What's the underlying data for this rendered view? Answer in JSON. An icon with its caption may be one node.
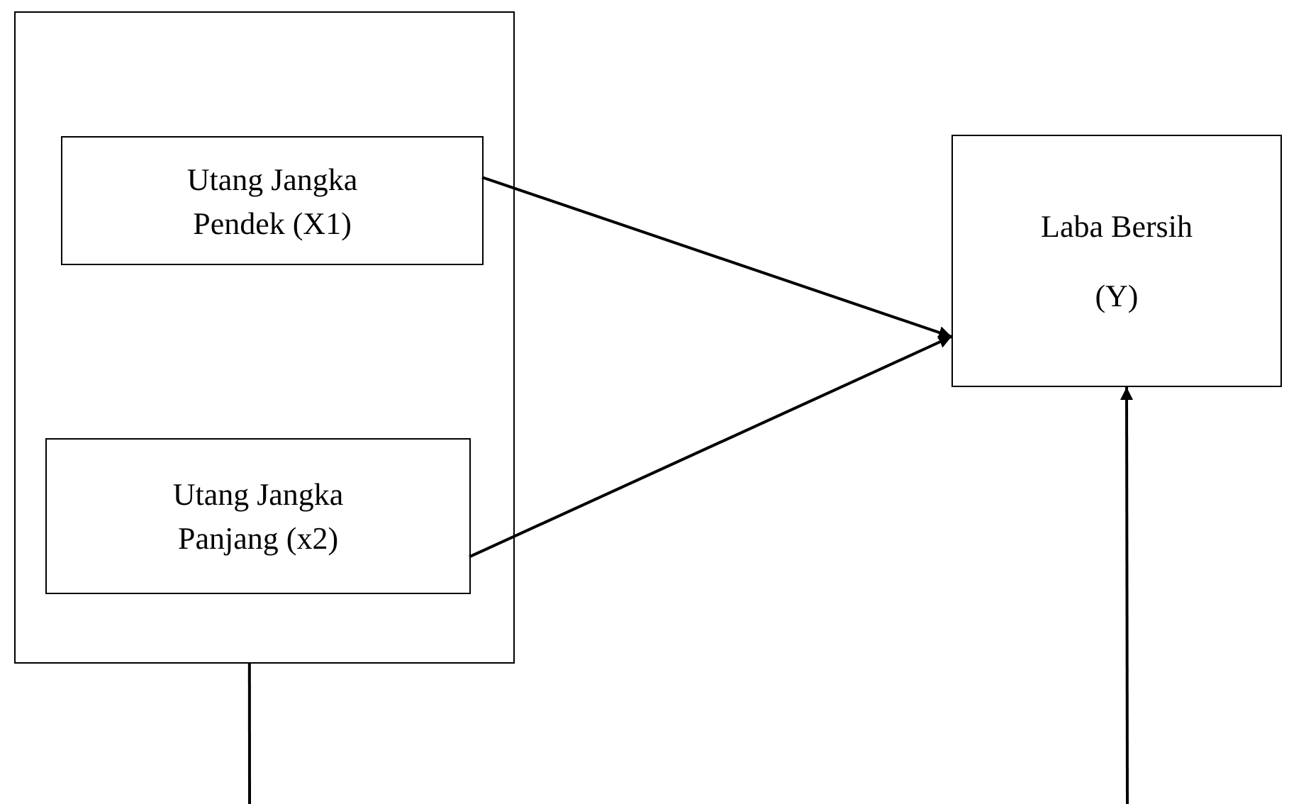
{
  "diagram": {
    "nodes": [
      {
        "text": [],
        "shape": "box"
      },
      {
        "text": [
          "Utang Jangka Pendek (X1)"
        ],
        "in": 0
      },
      {
        "text": [
          "Utang Jangka Panjang (x2)"
        ],
        "in": 0
      },
      {
        "text": [
          "Laba Bersih",
          "(Y)"
        ]
      }
    ],
    "edges": [
      {
        "from": 1,
        "to": 3,
        "arrow": "to"
      },
      {
        "from": 2,
        "to": 3,
        "arrow": "to"
      },
      {
        "from": 0,
        "to": null,
        "arrow": "none"
      },
      {
        "from": null,
        "to": 3,
        "arrow": "to"
      }
    ]
  }
}
